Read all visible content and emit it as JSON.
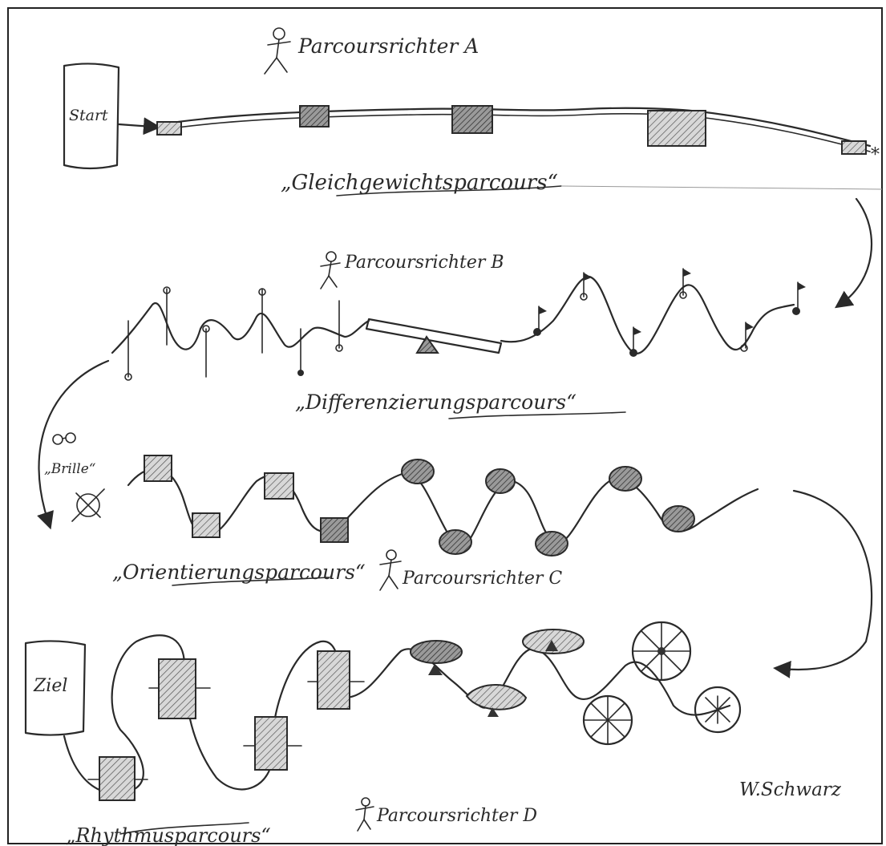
{
  "labels": {
    "start": "Start",
    "ziel": "Ziel",
    "judge_a": "Parcoursrichter A",
    "judge_b": "Parcoursrichter B",
    "judge_c": "Parcoursrichter C",
    "judge_d": "Parcoursrichter D",
    "course_balance": "„Gleichgewichtsparcours“",
    "course_differentiation": "„Differenzierungsparcours“",
    "course_orientation": "„Orientierungsparcours“",
    "course_rhythm": "„Rhythmusparcours“",
    "glasses": "„Brille“",
    "signature": "W.Schwarz"
  },
  "colors": {
    "ink": "#2a2a2a",
    "paper": "#ffffff",
    "hatch_fill": "#bdbdbd"
  }
}
